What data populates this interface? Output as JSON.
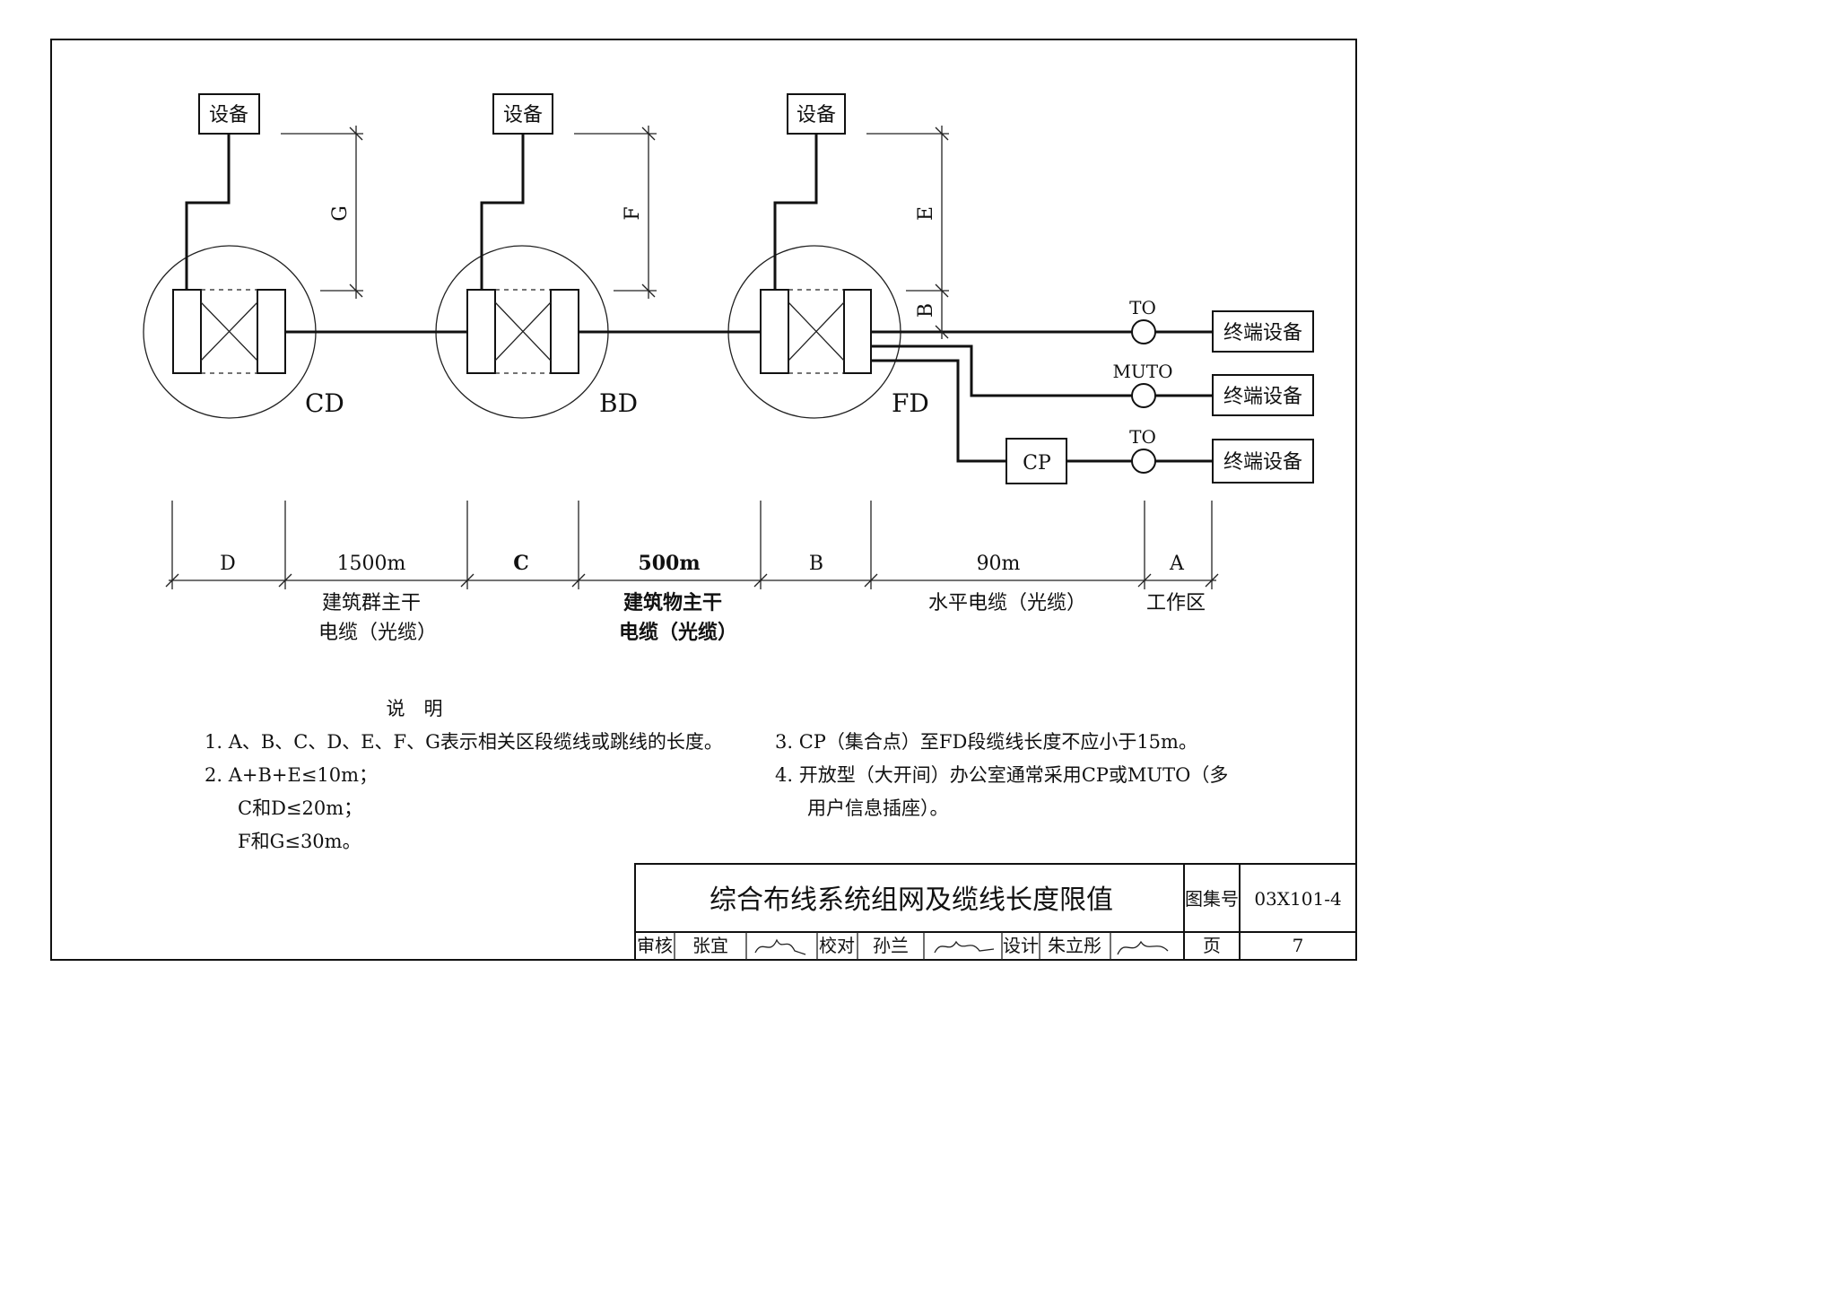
{
  "devices": {
    "equipment_label": "设备",
    "terminal_label": "终端设备",
    "cp_label": "CP",
    "to_label": "TO",
    "muto_label": "MUTO"
  },
  "nodes": {
    "cd": "CD",
    "bd": "BD",
    "fd": "FD"
  },
  "vertical_dims": {
    "g": "G",
    "f": "F",
    "e": "E",
    "b": "B"
  },
  "segments": {
    "d": "D",
    "l1500": "1500m",
    "c": "C",
    "l500": "500m",
    "b": "B",
    "l90": "90m",
    "a": "A"
  },
  "segment_desc": {
    "campus_line1": "建筑群主干",
    "campus_line2": "电缆（光缆）",
    "building_line1": "建筑物主干",
    "building_line2": "电缆（光缆）",
    "horizontal": "水平电缆（光缆）",
    "work_area": "工作区"
  },
  "notes": {
    "heading": "说　明",
    "n1": "1.  A、B、C、D、E、F、G表示相关区段缆线或跳线的长度。",
    "n2_l1": "2.  A+B+E≤10m；",
    "n2_l2": "C和D≤20m；",
    "n2_l3": "F和G≤30m。",
    "n3": "3.  CP（集合点）至FD段缆线长度不应小于15m。",
    "n4_l1": "4.  开放型（大开间）办公室通常采用CP或MUTO（多",
    "n4_l2": "用户信息插座）。"
  },
  "title_block": {
    "title": "综合布线系统组网及缆线长度限值",
    "atlas_label": "图集号",
    "atlas_no": "03X101-4",
    "review_label": "审核",
    "reviewer": "张宜",
    "check_label": "校对",
    "checker": "孙兰",
    "design_label": "设计",
    "designer": "朱立彤",
    "page_label": "页",
    "page_no": "7"
  }
}
